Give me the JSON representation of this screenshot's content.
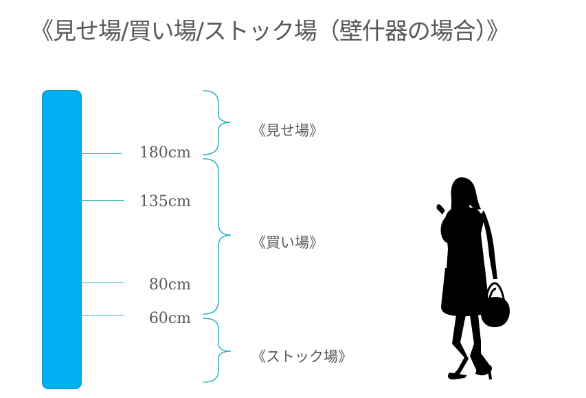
{
  "title": "《見せ場/買い場/ストック場（壁什器の場合）》",
  "heights": {
    "h180": "180cm",
    "h135": "135cm",
    "h80": "80cm",
    "h60": "60cm"
  },
  "zones": {
    "display": "《見せ場》",
    "buying": "《買い場》",
    "stock": "《ストック場》"
  },
  "colors": {
    "wall": "#00b0f0",
    "lines": "#2bb3c0",
    "text": "#595959"
  }
}
